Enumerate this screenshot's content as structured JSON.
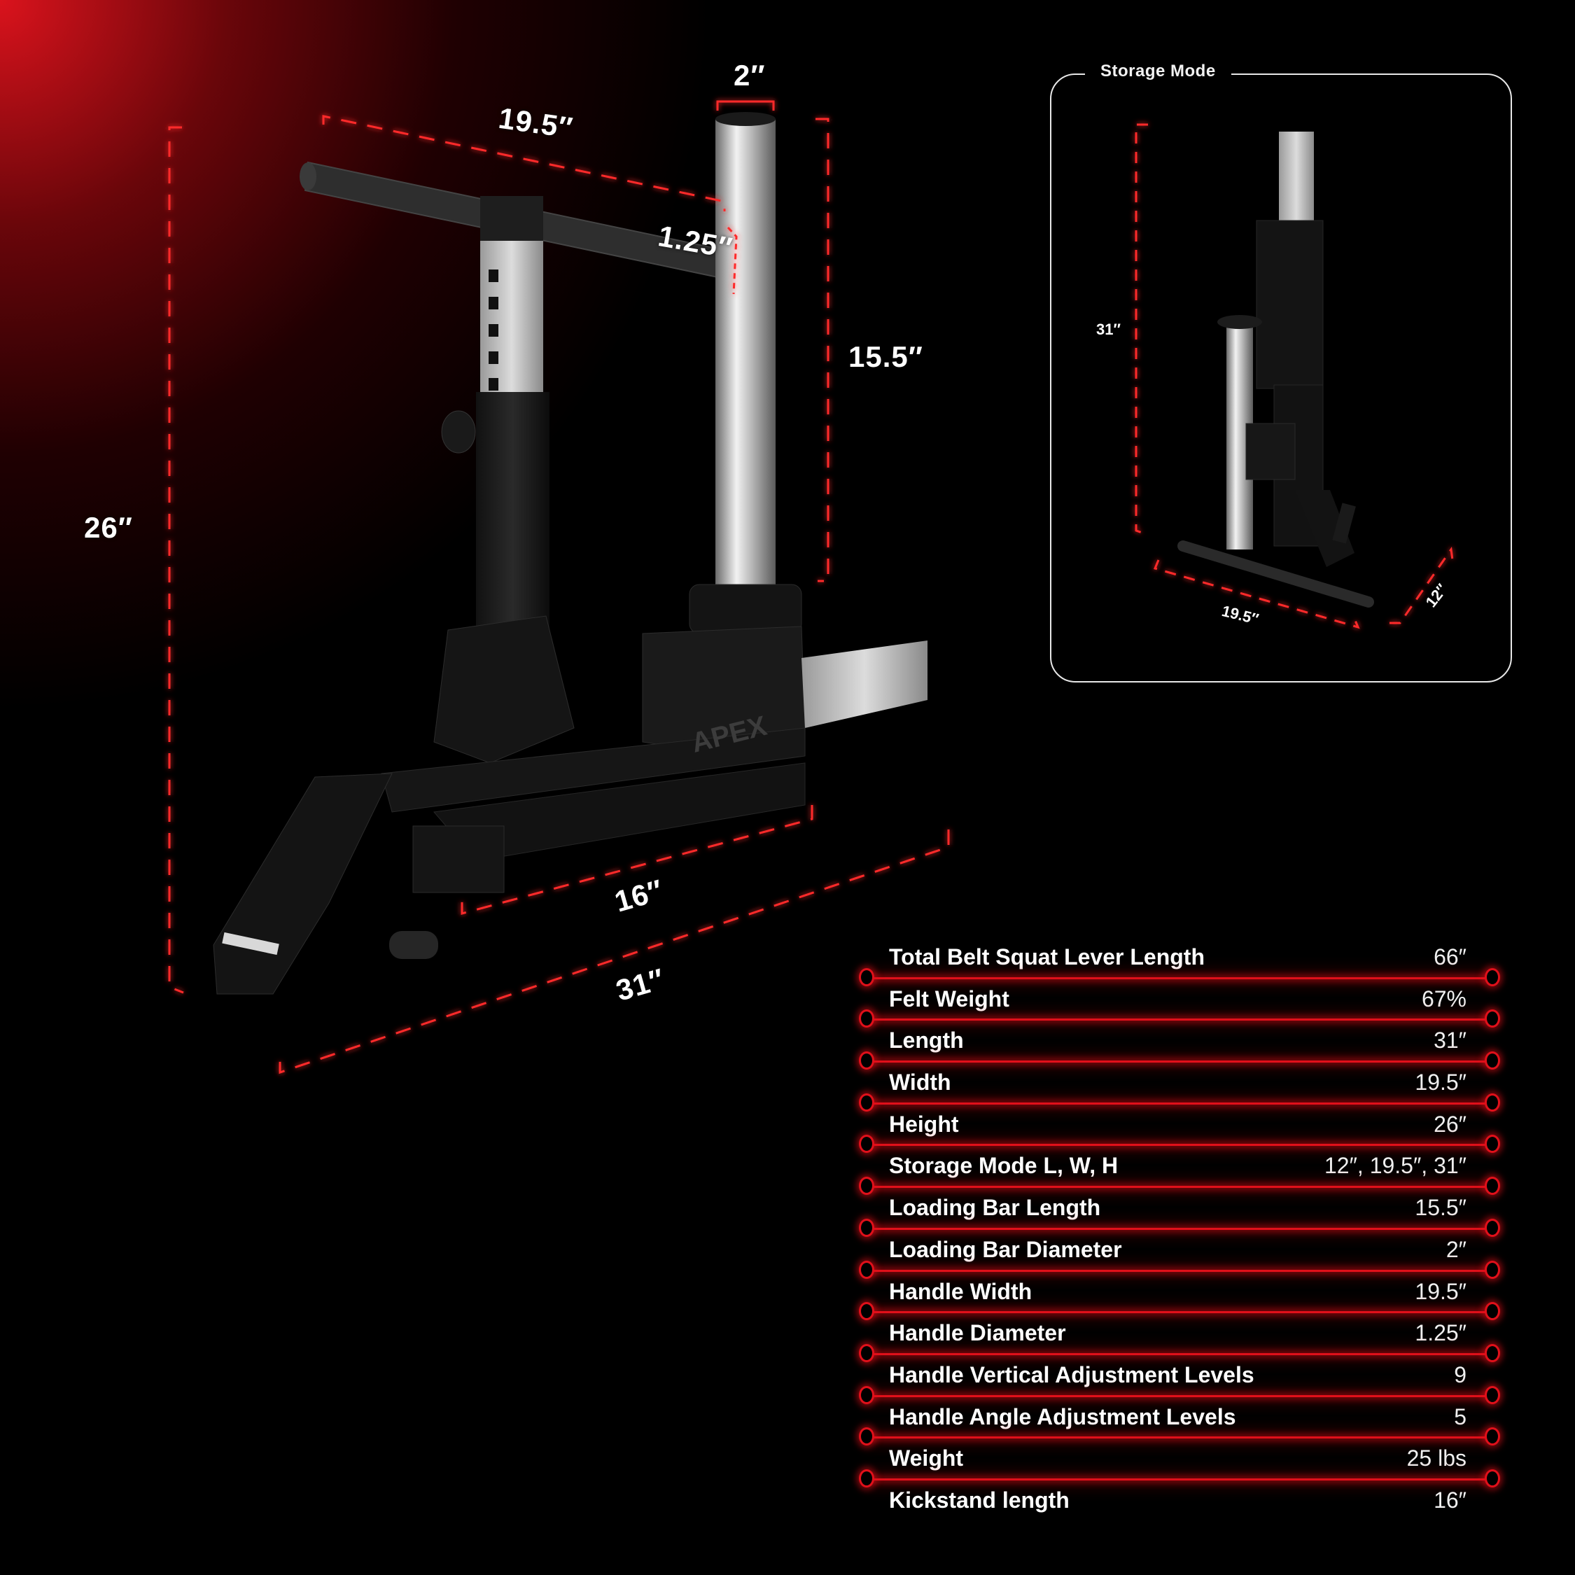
{
  "product": {
    "brand": "APEX",
    "main_view": {
      "dimensions": {
        "loading_bar_diameter": "2″",
        "handle_width": "19.5″",
        "handle_diameter": "1.25″",
        "loading_bar_length": "15.5″",
        "height": "26″",
        "kickstand_length": "16″",
        "length": "31″"
      }
    },
    "storage_mode": {
      "title": "Storage Mode",
      "dimensions": {
        "height": "31″",
        "width": "19.5″",
        "length": "12″"
      }
    }
  },
  "specs": {
    "rows": [
      {
        "label": "Total Belt Squat Lever Length",
        "value": "66″"
      },
      {
        "label": "Felt Weight",
        "value": "67%"
      },
      {
        "label": "Length",
        "value": "31″"
      },
      {
        "label": "Width",
        "value": "19.5″"
      },
      {
        "label": "Height",
        "value": "26″"
      },
      {
        "label": "Storage Mode L, W, H",
        "value": "12″, 19.5″, 31″"
      },
      {
        "label": "Loading Bar Length",
        "value": "15.5″"
      },
      {
        "label": "Loading Bar Diameter",
        "value": "2″"
      },
      {
        "label": "Handle Width",
        "value": "19.5″"
      },
      {
        "label": "Handle Diameter",
        "value": "1.25″"
      },
      {
        "label": "Handle Vertical Adjustment Levels",
        "value": "9"
      },
      {
        "label": "Handle Angle Adjustment Levels",
        "value": "5"
      },
      {
        "label": "Weight",
        "value": "25 lbs"
      },
      {
        "label": "Kickstand length",
        "value": "16″"
      }
    ]
  },
  "colors": {
    "accent_red": "#e0101a",
    "background": "#000000",
    "text": "#ffffff"
  }
}
